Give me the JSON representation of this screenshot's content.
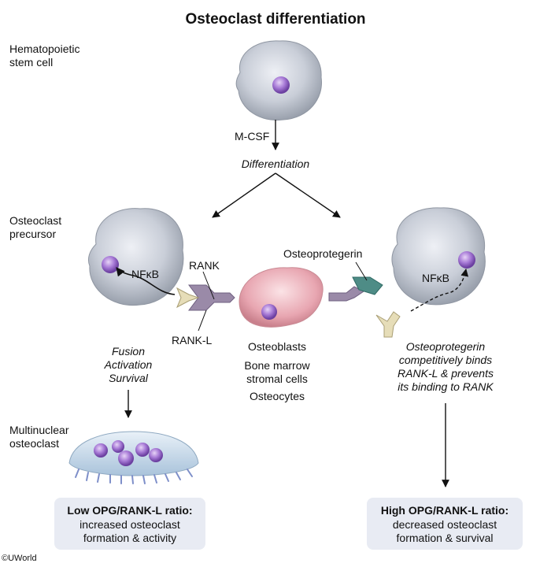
{
  "title": "Osteoclast differentiation",
  "stages": {
    "hsc": "Hematopoietic\nstem cell",
    "precursor": "Osteoclast\nprecursor",
    "multinuclear": "Multinuclear\nosteoclast"
  },
  "labels": {
    "mcsf": "M-CSF",
    "differentiation": "Differentiation",
    "nfkb_left": "NFκB",
    "nfkb_right": "NFκB",
    "rank": "RANK",
    "rankl": "RANK-L",
    "opg": "Osteoprotegerin",
    "fusion": "Fusion\nActivation\nSurvival",
    "opg_note": "Osteoprotegerin\ncompetitively binds\nRANK-L & prevents\nits binding to RANK",
    "osteoblasts": "Osteoblasts",
    "stromal": "Bone marrow\nstromal cells",
    "osteocytes": "Osteocytes"
  },
  "boxes": {
    "low": {
      "head": "Low OPG/RANK-L ratio:",
      "body": "increased osteoclast\nformation & activity"
    },
    "high": {
      "head": "High OPG/RANK-L ratio:",
      "body": "decreased osteoclast\nformation & survival"
    }
  },
  "copyright": "©UWorld",
  "colors": {
    "cell": "#c7ccd6",
    "nucleus": "#9b6fc9",
    "receptor": "#9a8aa8",
    "ligand": "#e6ddb8",
    "opg": "#4e8c86",
    "osteoblast": "#e3a7b0",
    "box": "#e8ebf3"
  }
}
